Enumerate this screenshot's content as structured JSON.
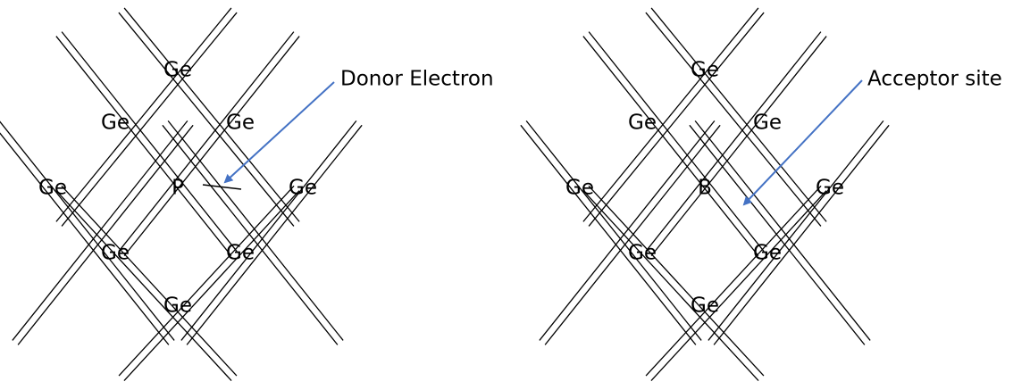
{
  "panels": [
    {
      "id": "donor",
      "center_atom": "P",
      "neighbor_atom": "Ge",
      "annotation": "Donor Electron",
      "colors": {
        "arrow": "#4472C4",
        "bonds": "#000000"
      }
    },
    {
      "id": "acceptor",
      "center_atom": "B",
      "neighbor_atom": "Ge",
      "annotation": "Acceptor site",
      "colors": {
        "arrow": "#4472C4",
        "bonds": "#000000"
      }
    }
  ]
}
